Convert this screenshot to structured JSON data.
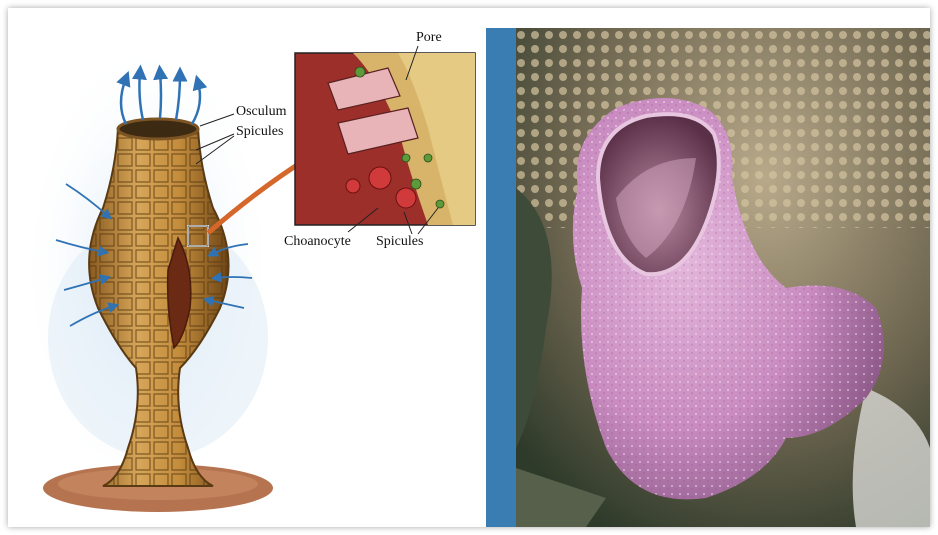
{
  "labels": {
    "osculum": "Osculum",
    "spicules_top": "Spicules",
    "pore": "Pore",
    "choanocyte": "Choanocyte",
    "spicules_bottom": "Spicules"
  },
  "colors": {
    "sponge_body": "#c9923e",
    "water_flow": "#6aa6d6",
    "seabed": "#b5734f",
    "photo_sponge": "#c98bc0",
    "photo_strip": "#3a7db2",
    "inset_bg": "#9c2f2a"
  }
}
